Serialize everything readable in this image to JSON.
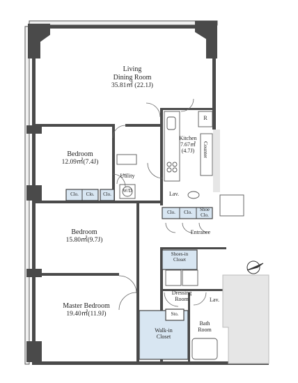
{
  "plan": {
    "rooms": {
      "living": {
        "name": "Living",
        "name2": "Dining Room",
        "area": "35.81㎡ (22.1J)"
      },
      "bedroom1": {
        "name": "Bedroom",
        "area": "12.09㎡(7.4J)"
      },
      "bedroom2": {
        "name": "Bedroom",
        "area": "15.80㎡(9.7J)"
      },
      "master": {
        "name": "Master Bedroom",
        "area": "19.40㎡(11.9J)"
      },
      "kitchen": {
        "name": "Kitchen",
        "area": "7.67㎡",
        "area2": "(4.7J)"
      },
      "utility": {
        "name": "Utility"
      },
      "washer": {
        "name": "W/D"
      },
      "lav1": {
        "name": "Lav."
      },
      "lav2": {
        "name": "Lav."
      },
      "entrance": {
        "name": "Entrance"
      },
      "shoes": {
        "name": "Shoes-in",
        "name2": "Closet"
      },
      "dressing": {
        "name": "Dressing",
        "name2": "Room"
      },
      "storage": {
        "name": "Sto."
      },
      "walkin": {
        "name": "Walk-in",
        "name2": "Closet"
      },
      "bath": {
        "name": "Bath",
        "name2": "Room"
      },
      "counter": {
        "name": "Counter"
      },
      "fridge": {
        "name": "R"
      },
      "shoecloset": {
        "name": "Shoe",
        "name2": "Clo."
      }
    },
    "closets": [
      "Clo.",
      "Clo.",
      "Clo.",
      "Clo.",
      "Clo."
    ],
    "colors": {
      "wall": "#4a4a4a",
      "closet_fill": "#d8e6f2",
      "line": "#555555",
      "balcony": "#e6e6e6"
    }
  }
}
